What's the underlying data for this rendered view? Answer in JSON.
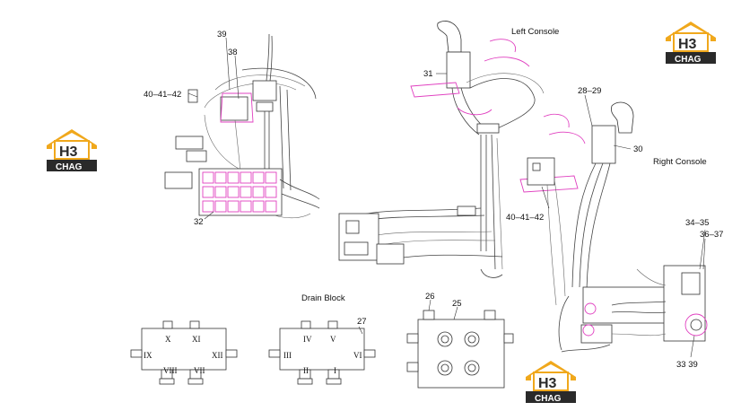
{
  "colors": {
    "line": "#333333",
    "highlight": "#e040c0",
    "logo_gold": "#f0a81c",
    "logo_dark": "#2a2a2a"
  },
  "logo": {
    "mark": "H3",
    "word": "CHAG"
  },
  "titles": {
    "left_console": "Left Console",
    "right_console": "Right Console",
    "drain_block": "Drain Block"
  },
  "callouts": {
    "c39_top": "39",
    "c38": "38",
    "c40_left": "40–41–42",
    "c32": "32",
    "c31": "31",
    "c28_29": "28–29",
    "c30": "30",
    "c40_right": "40–41–42",
    "c34_35": "34–35",
    "c36_37": "36–37",
    "c33_39": "33  39",
    "c26": "26",
    "c25": "25",
    "c27": "27"
  },
  "drain_block_left": {
    "ports": [
      "X",
      "XI",
      "IX",
      "XII",
      "VIII",
      "VII"
    ]
  },
  "drain_block_right": {
    "ports": [
      "IV",
      "V",
      "III",
      "VI",
      "II",
      "I"
    ]
  }
}
